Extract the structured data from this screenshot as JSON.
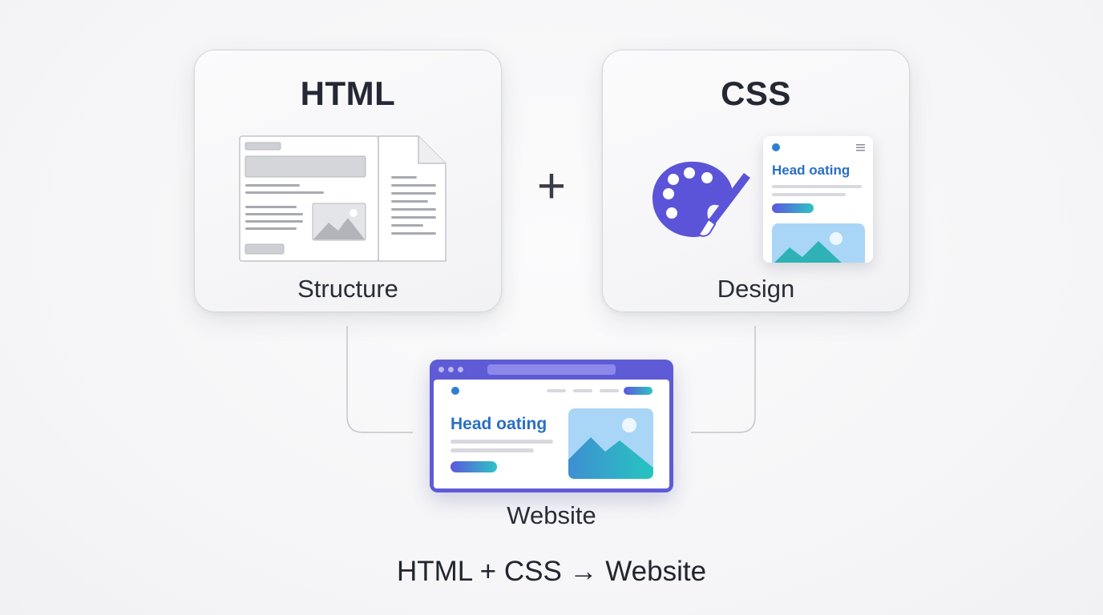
{
  "cards": {
    "html": {
      "title": "HTML",
      "caption": "Structure"
    },
    "css": {
      "title": "CSS",
      "caption": "Design"
    }
  },
  "operator": "+",
  "css_preview": {
    "headline": "Head oating"
  },
  "website": {
    "headline": "Head oating",
    "caption": "Website"
  },
  "equation": "HTML + CSS → Website",
  "colors": {
    "accent_purple": "#5f5bd6",
    "headline_blue": "#2a6fc4",
    "palette": "#5b54d8",
    "gradient_start": "#5b57dd",
    "gradient_end": "#2ec4c4"
  },
  "icons": [
    "document-icon",
    "image-icon",
    "palette-icon",
    "brush-icon",
    "menu-icon",
    "browser-window-icon"
  ]
}
